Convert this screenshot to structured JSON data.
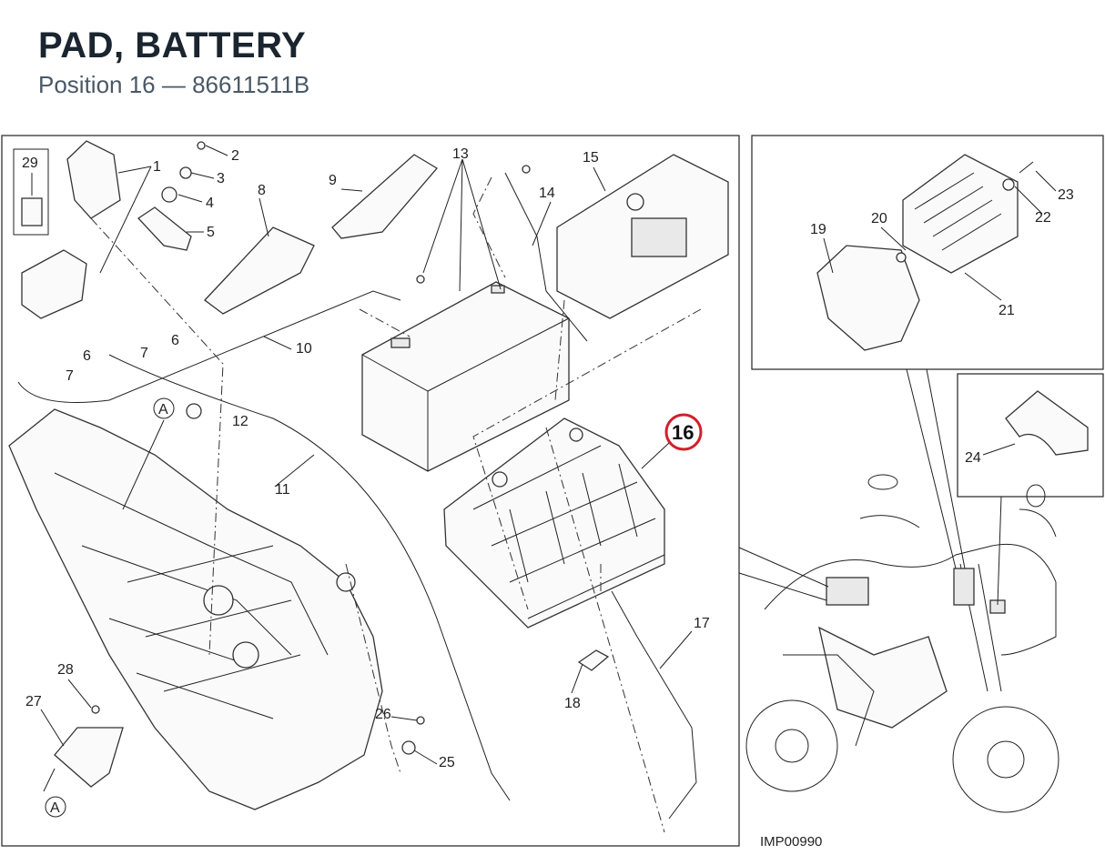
{
  "header": {
    "title": "PAD, BATTERY",
    "subtitle": "Position 16 — 86611511B"
  },
  "diagram": {
    "highlight_position": "16",
    "highlight_color": "#d0202a",
    "image_code": "IMP00990",
    "reference_marker": "A",
    "callouts": [
      "1",
      "2",
      "3",
      "4",
      "5",
      "6",
      "6",
      "7",
      "7",
      "8",
      "9",
      "10",
      "11",
      "12",
      "13",
      "14",
      "15",
      "17",
      "18",
      "19",
      "20",
      "21",
      "22",
      "23",
      "24",
      "25",
      "26",
      "27",
      "28",
      "29"
    ]
  }
}
